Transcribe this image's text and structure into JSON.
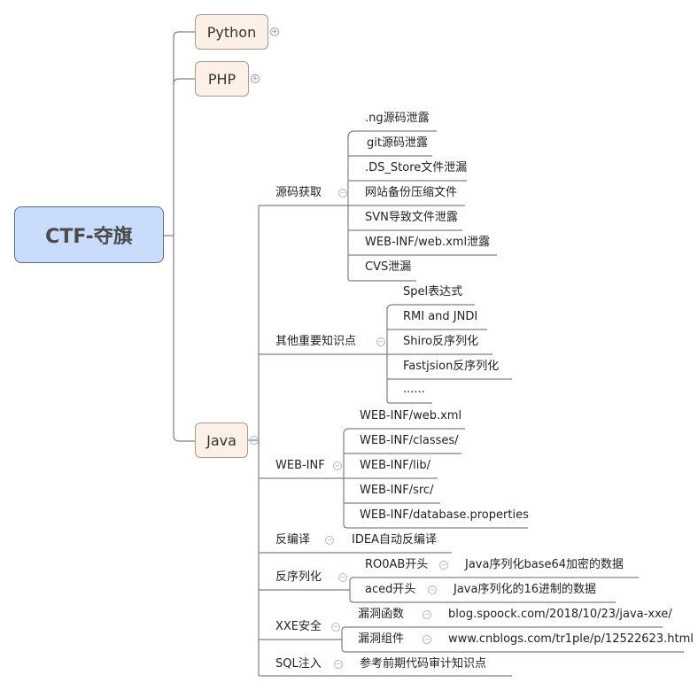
{
  "root": {
    "label": "CTF-夺旗"
  },
  "main_topics": [
    {
      "label": "Python",
      "toggle": "+"
    },
    {
      "label": "PHP",
      "toggle": "+"
    },
    {
      "label": "Java",
      "toggle": "−"
    }
  ],
  "java": {
    "source_code": {
      "label": "源码获取",
      "toggle": "−",
      "items": [
        ".ng源码泄露",
        "git源码泄露",
        ".DS_Store文件泄漏",
        "网站备份压缩文件",
        "SVN导致文件泄露",
        "WEB-INF/web.xml泄露",
        "CVS泄漏"
      ]
    },
    "other_knowledge": {
      "label": "其他重要知识点",
      "toggle": "−",
      "items": [
        "Spel表达式",
        "RMI and JNDI",
        "Shiro反序列化",
        "Fastjsion反序列化",
        "......"
      ]
    },
    "web_inf": {
      "label": "WEB-INF",
      "toggle": "−",
      "items": [
        "WEB-INF/web.xml",
        "WEB-INF/classes/",
        "WEB-INF/lib/",
        "WEB-INF/src/",
        "WEB-INF/database.properties"
      ]
    },
    "decompile": {
      "label": "反编译",
      "toggle": "−",
      "items": [
        "IDEA自动反编译"
      ]
    },
    "deserialize": {
      "label": "反序列化",
      "toggle": "−",
      "items": [
        {
          "label": "RO0AB开头",
          "toggle": "−",
          "child": "Java序列化base64加密的数据"
        },
        {
          "label": "aced开头",
          "toggle": "−",
          "child": "Java序列化的16进制的数据"
        }
      ]
    },
    "xxe": {
      "label": "XXE安全",
      "toggle": "−",
      "items": [
        {
          "label": "漏洞函数",
          "toggle": "−",
          "child": "blog.spoock.com/2018/10/23/java-xxe/"
        },
        {
          "label": "漏洞组件",
          "toggle": "−",
          "child": "www.cnblogs.com/tr1ple/p/12522623.html"
        }
      ]
    },
    "sql": {
      "label": "SQL注入",
      "toggle": "−",
      "items": [
        "参考前期代码审计知识点"
      ]
    }
  }
}
